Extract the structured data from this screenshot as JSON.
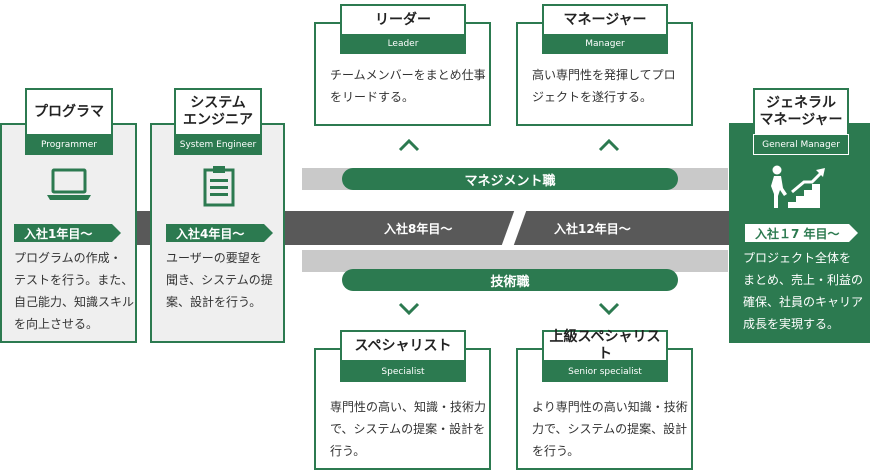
{
  "pills": {
    "management": "マネジメント職",
    "technical": "技術職"
  },
  "timeline": {
    "year8": "入社8年目〜",
    "year12": "入社12年目〜"
  },
  "programmer": {
    "title": "プログラマ",
    "subtitle": "Programmer",
    "year": "入社1年目〜",
    "desc": [
      "プログラムの作成・",
      "テストを行う。また、",
      "自己能力、知識スキル",
      "を向上させる。"
    ]
  },
  "system_engineer": {
    "title": [
      "システム",
      "エンジニア"
    ],
    "subtitle": "System Engineer",
    "year": "入社4年目〜",
    "desc": [
      "ユーザーの要望を",
      "聞き、システムの提",
      "案、設計を行う。"
    ]
  },
  "leader": {
    "title": "リーダー",
    "subtitle": "Leader",
    "desc": [
      "チームメンバーをまとめ仕事",
      "をリードする。"
    ]
  },
  "manager": {
    "title": "マネージャー",
    "subtitle": "Manager",
    "desc": [
      "高い専門性を発揮してプロ",
      "ジェクトを遂行する。"
    ]
  },
  "specialist": {
    "title": "スペシャリスト",
    "subtitle": "Specialist",
    "desc": [
      "専門性の高い、知識・技術力",
      "で、システムの提案・設計を",
      "行う。"
    ]
  },
  "senior_specialist": {
    "title": "上級スペシャリスト",
    "subtitle": "Senior specialist",
    "desc": [
      "より専門性の高い知識・技術",
      "力で、システムの提案、設計",
      "を行う。"
    ]
  },
  "general_manager": {
    "title": [
      "ジェネラル",
      "マネージャー"
    ],
    "subtitle": "General Manager",
    "year": "入社１7 年目〜",
    "desc": [
      "プロジェクト全体を",
      "まとめ、売上・利益の",
      "確保、社員のキャリア",
      "成長を実現する。"
    ]
  },
  "icons": [
    "laptop-icon",
    "clipboard-icon",
    "stairs-climb-icon"
  ],
  "colors": {
    "green": "#2c7a50",
    "dark_gray": "#595959",
    "light_gray": "#c9c9c9",
    "card_gray": "#efefef"
  }
}
